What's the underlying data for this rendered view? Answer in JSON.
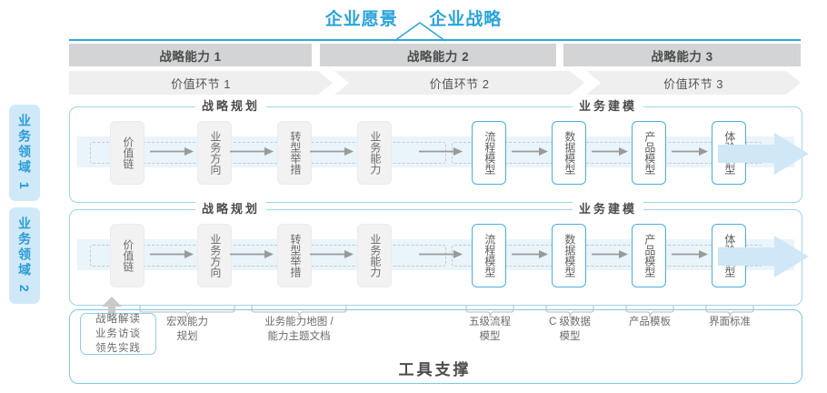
{
  "header": {
    "vision": "企业愿景",
    "strategy": "企业战略"
  },
  "capabilities": [
    {
      "label": "战略能力 1"
    },
    {
      "label": "战略能力 2"
    },
    {
      "label": "战略能力 3"
    }
  ],
  "value_chain": [
    {
      "label": "价值环节 1"
    },
    {
      "label": "价值环节 2"
    },
    {
      "label": "价值环节 3"
    }
  ],
  "domains": [
    {
      "tag": "业务领域 1"
    },
    {
      "tag": "业务领域 2"
    }
  ],
  "sections": {
    "planning": "战略规划",
    "modeling": "业务建模"
  },
  "nodes": {
    "planning": [
      {
        "label": "价值链",
        "style": "grey"
      },
      {
        "label": "业务方向",
        "style": "grey"
      },
      {
        "label": "转型举措",
        "style": "grey"
      },
      {
        "label": "业务能力",
        "style": "grey"
      }
    ],
    "modeling": [
      {
        "label": "流程模型",
        "style": "blue"
      },
      {
        "label": "数据模型",
        "style": "blue"
      },
      {
        "label": "产品模型",
        "style": "blue"
      },
      {
        "label": "体验模型",
        "style": "blue"
      }
    ]
  },
  "tools": {
    "title": "工具支撑",
    "highlight_box": "战略解读\n业务访谈\n领先实践",
    "labels": [
      {
        "text": "宏观能力\n规划"
      },
      {
        "text": "业务能力地图 /\n能力主题文档"
      },
      {
        "text": "五级流程\n模型"
      },
      {
        "text": "C 级数据\n模型"
      },
      {
        "text": "产品模板"
      },
      {
        "text": "界面标准"
      }
    ]
  },
  "colors": {
    "accent_blue": "#29A3DC",
    "border_blue": "#9FD5EF",
    "tag_bg": "#cfe9f9",
    "cap_bar": "#d2d4d5",
    "chain_bar": "#efefef",
    "node_grey": "#f2f2f2",
    "band": "#eaf4fb"
  }
}
